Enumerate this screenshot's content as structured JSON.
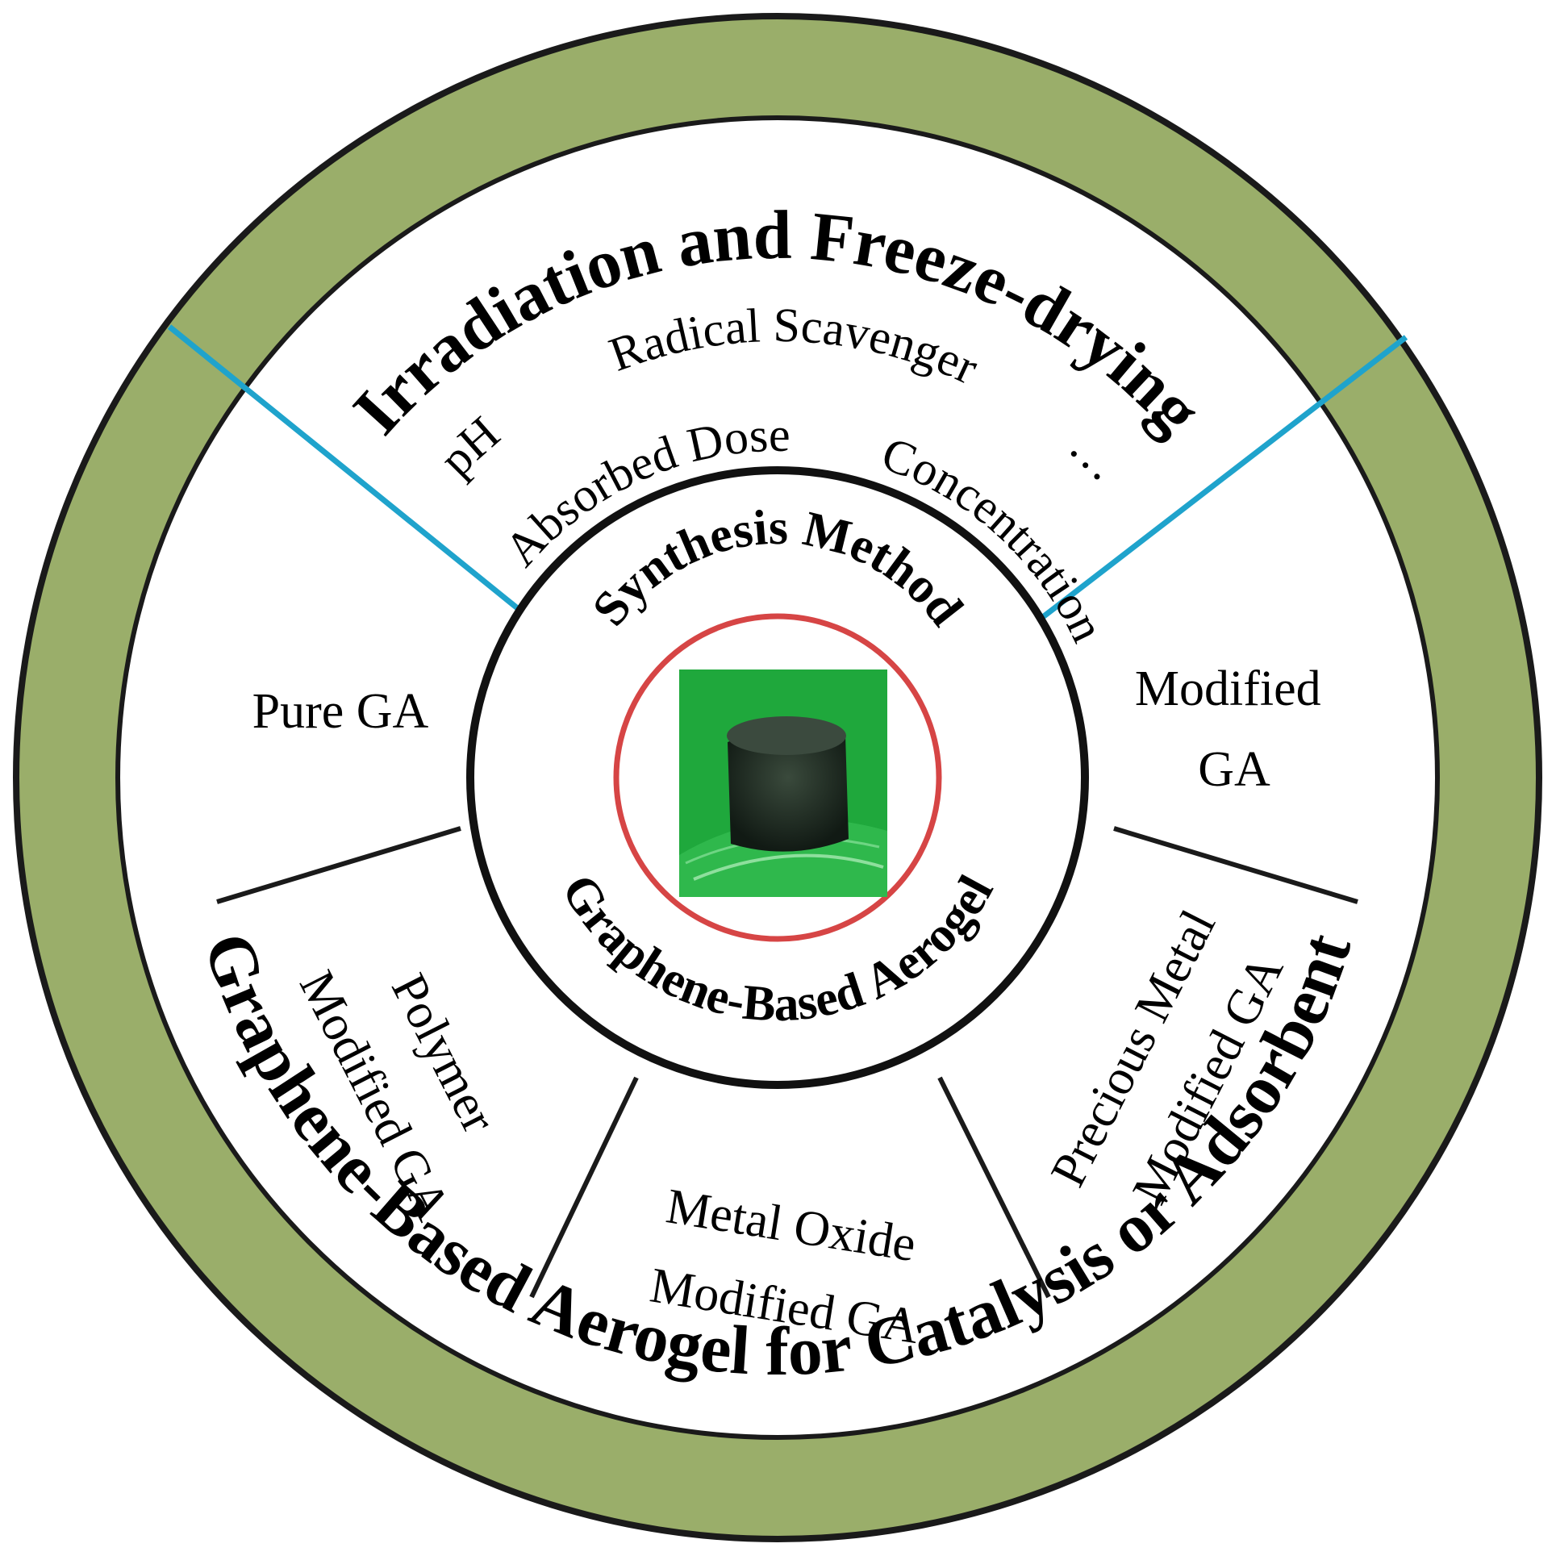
{
  "colors": {
    "outer_ring": "#9aae6a",
    "ring_stroke": "#1a1a1a",
    "divider_blue": "#1fa3cc",
    "core_red": "#d64545",
    "photo_green": "#1fa83c",
    "sample_dark": "#1f2b22"
  },
  "outer_ring": {
    "top_label": "Irradiation and Freeze-drying",
    "bottom_label": "Graphene-Based Aerogel for Catalysis or Adsorbent"
  },
  "hub": {
    "top_label": "Synthesis Method",
    "bottom_label": "Graphene-Based Aerogel",
    "photo_icon": "graphene-aerogel-sample-photo"
  },
  "parameters": {
    "ph": "pH",
    "radical_scavenger": "Radical Scavenger",
    "absorbed_dose": "Absorbed Dose",
    "concentration": "Concentration",
    "ellipsis": "…"
  },
  "segments": {
    "pure_ga": "Pure GA",
    "modified_ga_line1": "Modified",
    "modified_ga_line2": "GA",
    "polymer_line1": "Polymer",
    "polymer_line2": "Modified GA",
    "metal_oxide_line1": "Metal Oxide",
    "metal_oxide_line2": "Modified GA",
    "precious_metal_line1": "Precious Metal",
    "precious_metal_line2": "Modified GA"
  }
}
